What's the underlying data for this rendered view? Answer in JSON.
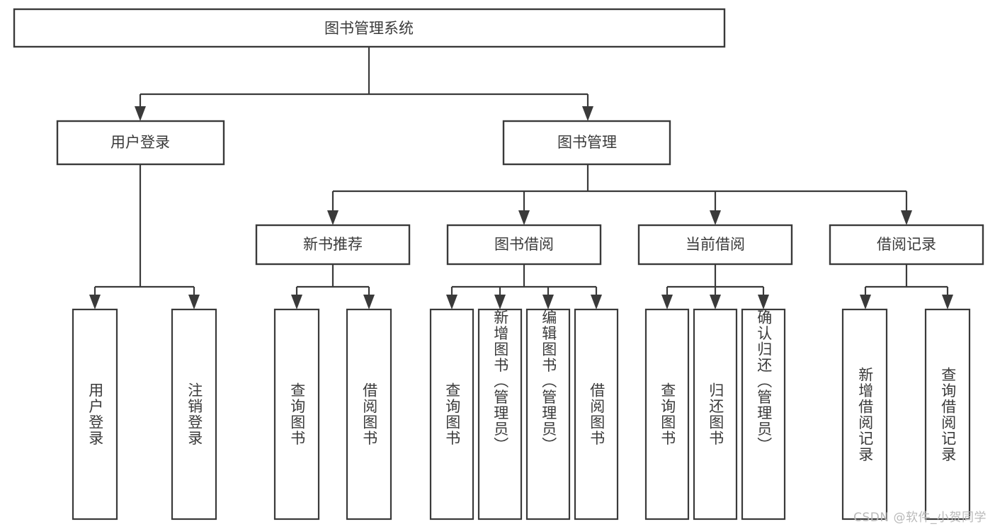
{
  "diagram": {
    "title": "图书管理系统",
    "watermark": "CSDN @软件_小贺同学",
    "colors": {
      "stroke": "#3a3a3a",
      "fill": "#ffffff",
      "text": "#3a3a3a",
      "watermark": "#b9b9b9"
    },
    "root": {
      "label": "图书管理系统"
    },
    "level2": [
      {
        "label": "用户登录"
      },
      {
        "label": "图书管理"
      }
    ],
    "level3": [
      {
        "label": "新书推荐"
      },
      {
        "label": "图书借阅"
      },
      {
        "label": "当前借阅"
      },
      {
        "label": "借阅记录"
      }
    ],
    "leaves": {
      "user_login": [
        {
          "label": "用户登录"
        },
        {
          "label": "注销登录"
        }
      ],
      "new_book_recommend": [
        {
          "label": "查询图书"
        },
        {
          "label": "借阅图书"
        }
      ],
      "book_borrow": [
        {
          "label": "查询图书"
        },
        {
          "label": "新增图书（管理员）"
        },
        {
          "label": "编辑图书（管理员）"
        },
        {
          "label": "借阅图书"
        }
      ],
      "current_borrow": [
        {
          "label": "查询图书"
        },
        {
          "label": "归还图书"
        },
        {
          "label": "确认归还（管理员）"
        }
      ],
      "borrow_record": [
        {
          "label": "新增借阅记录"
        },
        {
          "label": "查询借阅记录"
        }
      ]
    }
  }
}
